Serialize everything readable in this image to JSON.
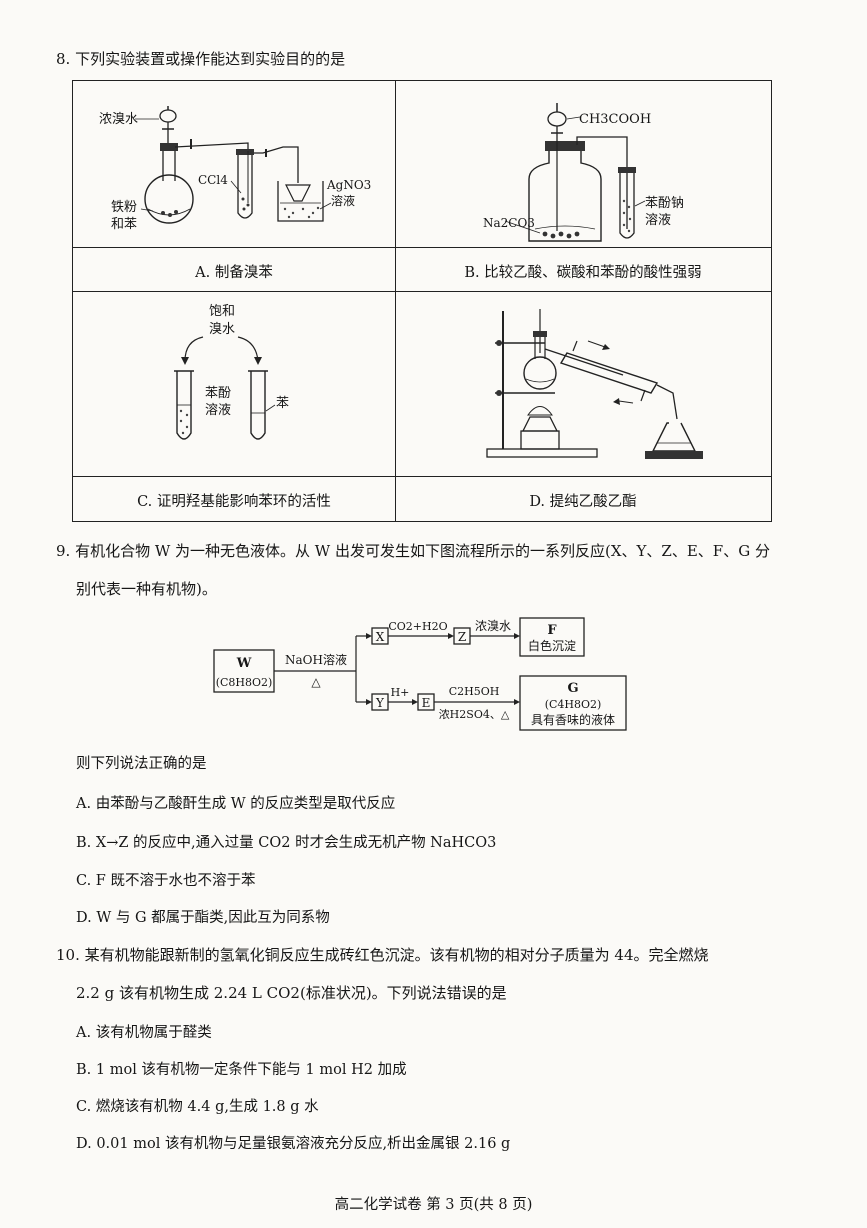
{
  "q8": {
    "stem": "8. 下列实验装置或操作能达到实验目的的是",
    "labels_a": {
      "reagent_top": "浓溴水",
      "ccl4": "CCl4",
      "agno3": "AgNO3",
      "agno3_sol": "溶液",
      "iron1": "铁粉",
      "iron2": "和苯"
    },
    "labels_b": {
      "ch3cooh": "CH3COOH",
      "na2co3": "Na2CO3",
      "phenolate1": "苯酚钠",
      "phenolate2": "溶液"
    },
    "labels_c": {
      "sat1": "饱和",
      "sat2": "溴水",
      "phenol1": "苯酚",
      "phenol2": "溶液",
      "benzene": "苯"
    },
    "options": [
      {
        "label": "A. 制备溴苯"
      },
      {
        "label": "B. 比较乙酸、碳酸和苯酚的酸性强弱"
      },
      {
        "label": "C. 证明羟基能影响苯环的活性"
      },
      {
        "label": "D. 提纯乙酸乙酯"
      }
    ]
  },
  "q9": {
    "stem_line1": "9. 有机化合物 W 为一种无色液体。从 W 出发可发生如下图流程所示的一系列反应(X、Y、Z、E、F、G 分",
    "stem_line2": "别代表一种有机物)。",
    "flow": {
      "w_name": "W",
      "w_formula": "(C8H8O2)",
      "naoh": "NaOH溶液",
      "delta": "△",
      "x": "X",
      "co2": "CO2+H2O",
      "z": "Z",
      "bromine": "浓溴水",
      "f_name": "F",
      "f_desc": "白色沉淀",
      "y": "Y",
      "h_plus": "H+",
      "e": "E",
      "ethanol": "C2H5OH",
      "h2so4": "浓H2SO4、△",
      "g_name": "G",
      "g_formula": "(C4H8O2)",
      "g_desc": "具有香味的液体"
    },
    "question": "则下列说法正确的是",
    "options": [
      "A. 由苯酚与乙酸酐生成 W 的反应类型是取代反应",
      "B. X→Z 的反应中,通入过量 CO2 时才会生成无机产物 NaHCO3",
      "C. F 既不溶于水也不溶于苯",
      "D. W 与 G 都属于酯类,因此互为同系物"
    ]
  },
  "q10": {
    "stem_line1": "10. 某有机物能跟新制的氢氧化铜反应生成砖红色沉淀。该有机物的相对分子质量为 44。完全燃烧",
    "stem_line2": "2.2 g 该有机物生成 2.24 L CO2(标准状况)。下列说法错误的是",
    "options": [
      "A. 该有机物属于醛类",
      "B. 1 mol 该有机物一定条件下能与 1 mol H2 加成",
      "C. 燃烧该有机物 4.4 g,生成 1.8 g 水",
      "D. 0.01 mol 该有机物与足量银氨溶液充分反应,析出金属银 2.16 g"
    ]
  },
  "footer": "高二化学试卷  第 3 页(共 8 页)"
}
